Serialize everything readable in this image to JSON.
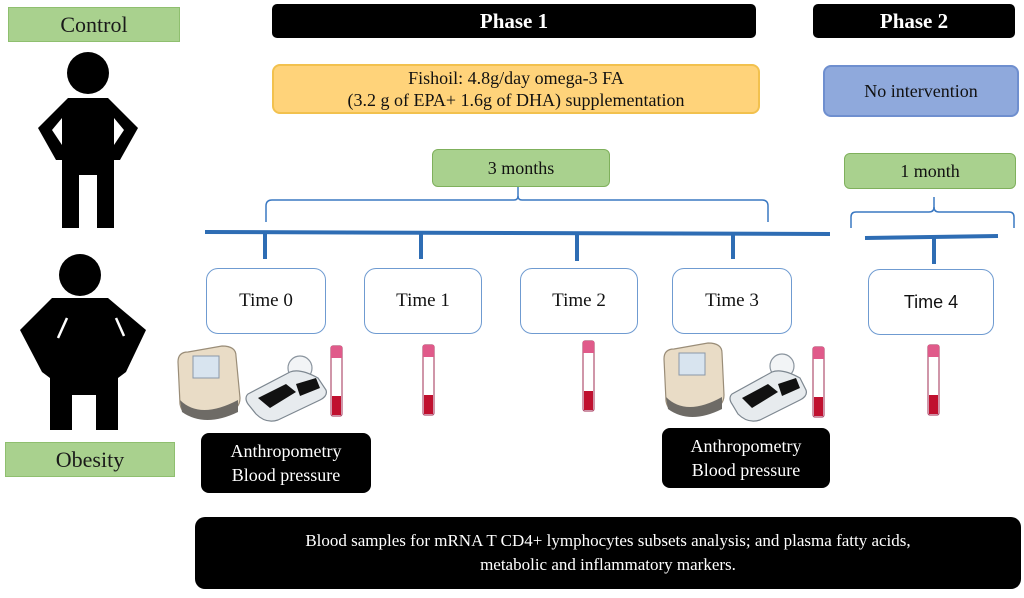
{
  "groups": {
    "control_label": "Control",
    "obesity_label": "Obesity"
  },
  "phases": [
    {
      "label": "Phase 1"
    },
    {
      "label": "Phase 2"
    }
  ],
  "interventions": {
    "phase1": {
      "line1": "Fishoil:  4.8g/day  omega-3 FA",
      "line2": "(3.2 g of EPA+ 1.6g of DHA) supplementation",
      "color": "#ffd37a"
    },
    "phase2": {
      "text": "No intervention",
      "color": "#8fa9dc"
    }
  },
  "durations": {
    "phase1": "3 months",
    "phase2": "1 month"
  },
  "timepoints": [
    {
      "label": "Time 0",
      "icons": [
        "blood-pressure-monitor",
        "scale",
        "blood-tube"
      ]
    },
    {
      "label": "Time 1",
      "icons": [
        "blood-tube"
      ]
    },
    {
      "label": "Time 2",
      "icons": [
        "blood-tube"
      ]
    },
    {
      "label": "Time 3",
      "icons": [
        "blood-pressure-monitor",
        "scale",
        "blood-tube"
      ]
    },
    {
      "label": "Time 4",
      "icons": [
        "blood-tube"
      ]
    }
  ],
  "notes": {
    "anthropometry_line1": "Anthropometry",
    "anthropometry_line2": "Blood pressure",
    "bottom_line1": "Blood samples for mRNA T CD4+ lymphocytes  subsets analysis; and plasma fatty acids,",
    "bottom_line2": "metabolic and inflammatory  markers."
  },
  "colors": {
    "timeline": "#2e6db4",
    "green_label": "#a9d18e",
    "blood": "#c0102f"
  }
}
